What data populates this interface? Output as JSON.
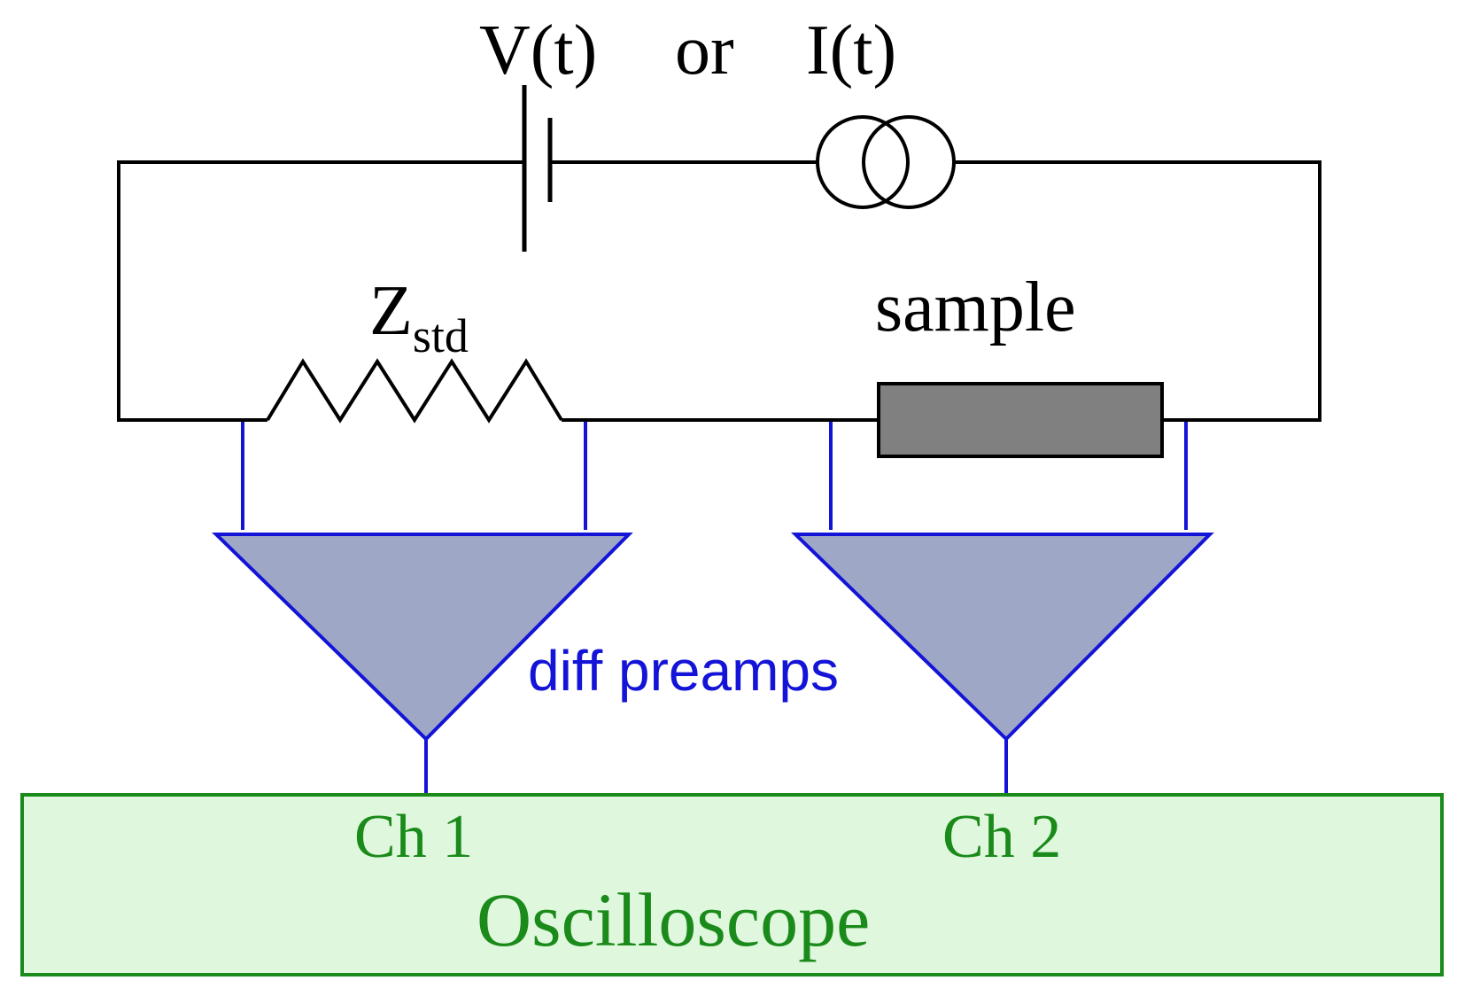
{
  "labels": {
    "voltage_source": "V(t)",
    "or_text": "or",
    "current_source": "I(t)",
    "z_main": "Z",
    "z_sub": "std",
    "sample": "sample",
    "preamps": "diff preamps",
    "ch1": "Ch 1",
    "ch2": "Ch 2",
    "oscilloscope": "Oscilloscope"
  },
  "colors": {
    "wire": "#000000",
    "probe": "#1414d8",
    "preamp_fill": "#9ea7c6",
    "sample_fill": "#808080",
    "scope_border": "#1a8a1a",
    "scope_fill": "#dff7dc",
    "scope_text": "#1a8a1a"
  }
}
